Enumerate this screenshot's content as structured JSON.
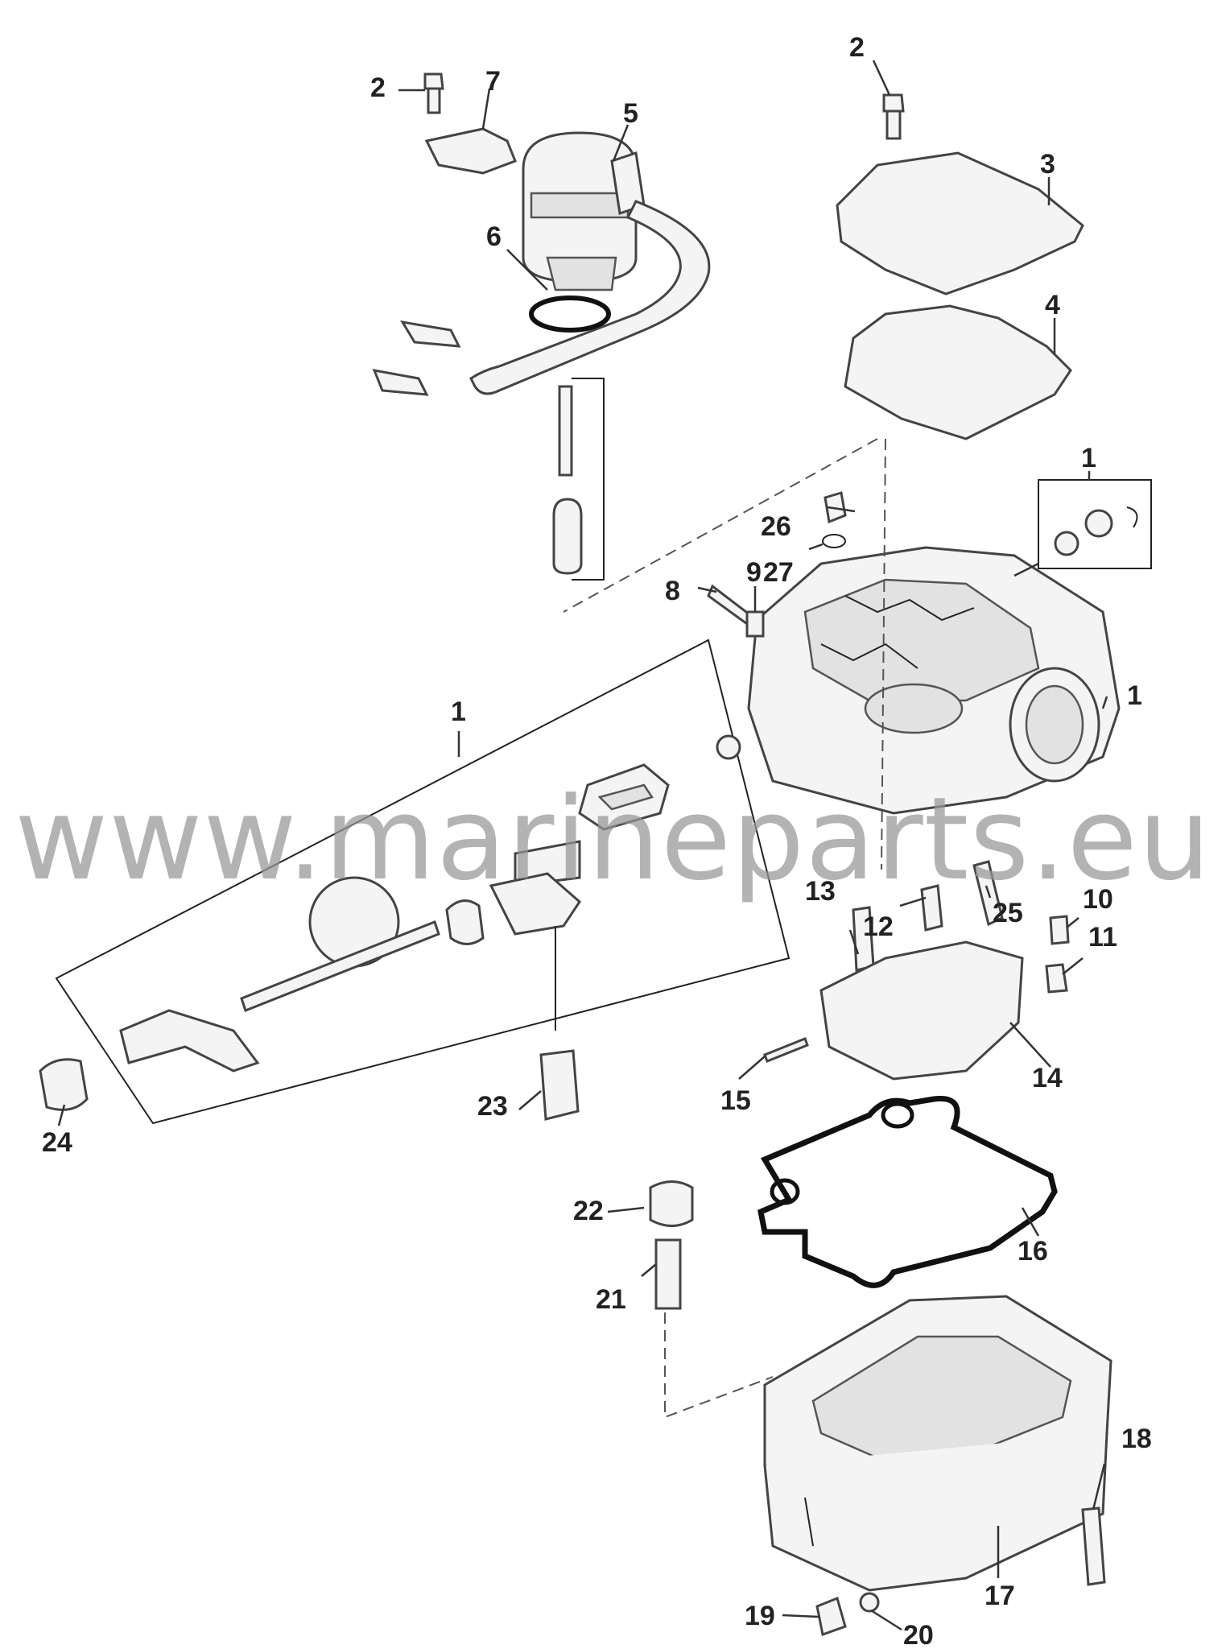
{
  "watermark": "www.marineparts.eu",
  "labels": {
    "l1a": "1",
    "l1b": "1",
    "l1c": "1",
    "l2a": "2",
    "l2b": "2",
    "l3": "3",
    "l4": "4",
    "l5": "5",
    "l6": "6",
    "l7": "7",
    "l8": "8",
    "l9": "9",
    "l10": "10",
    "l11": "11",
    "l12": "12",
    "l13": "13",
    "l14": "14",
    "l15": "15",
    "l16": "16",
    "l17": "17",
    "l18": "18",
    "l19": "19",
    "l20": "20",
    "l21": "21",
    "l22": "22",
    "l23": "23",
    "l24": "24",
    "l25": "25",
    "l26": "26",
    "l27": "27"
  }
}
